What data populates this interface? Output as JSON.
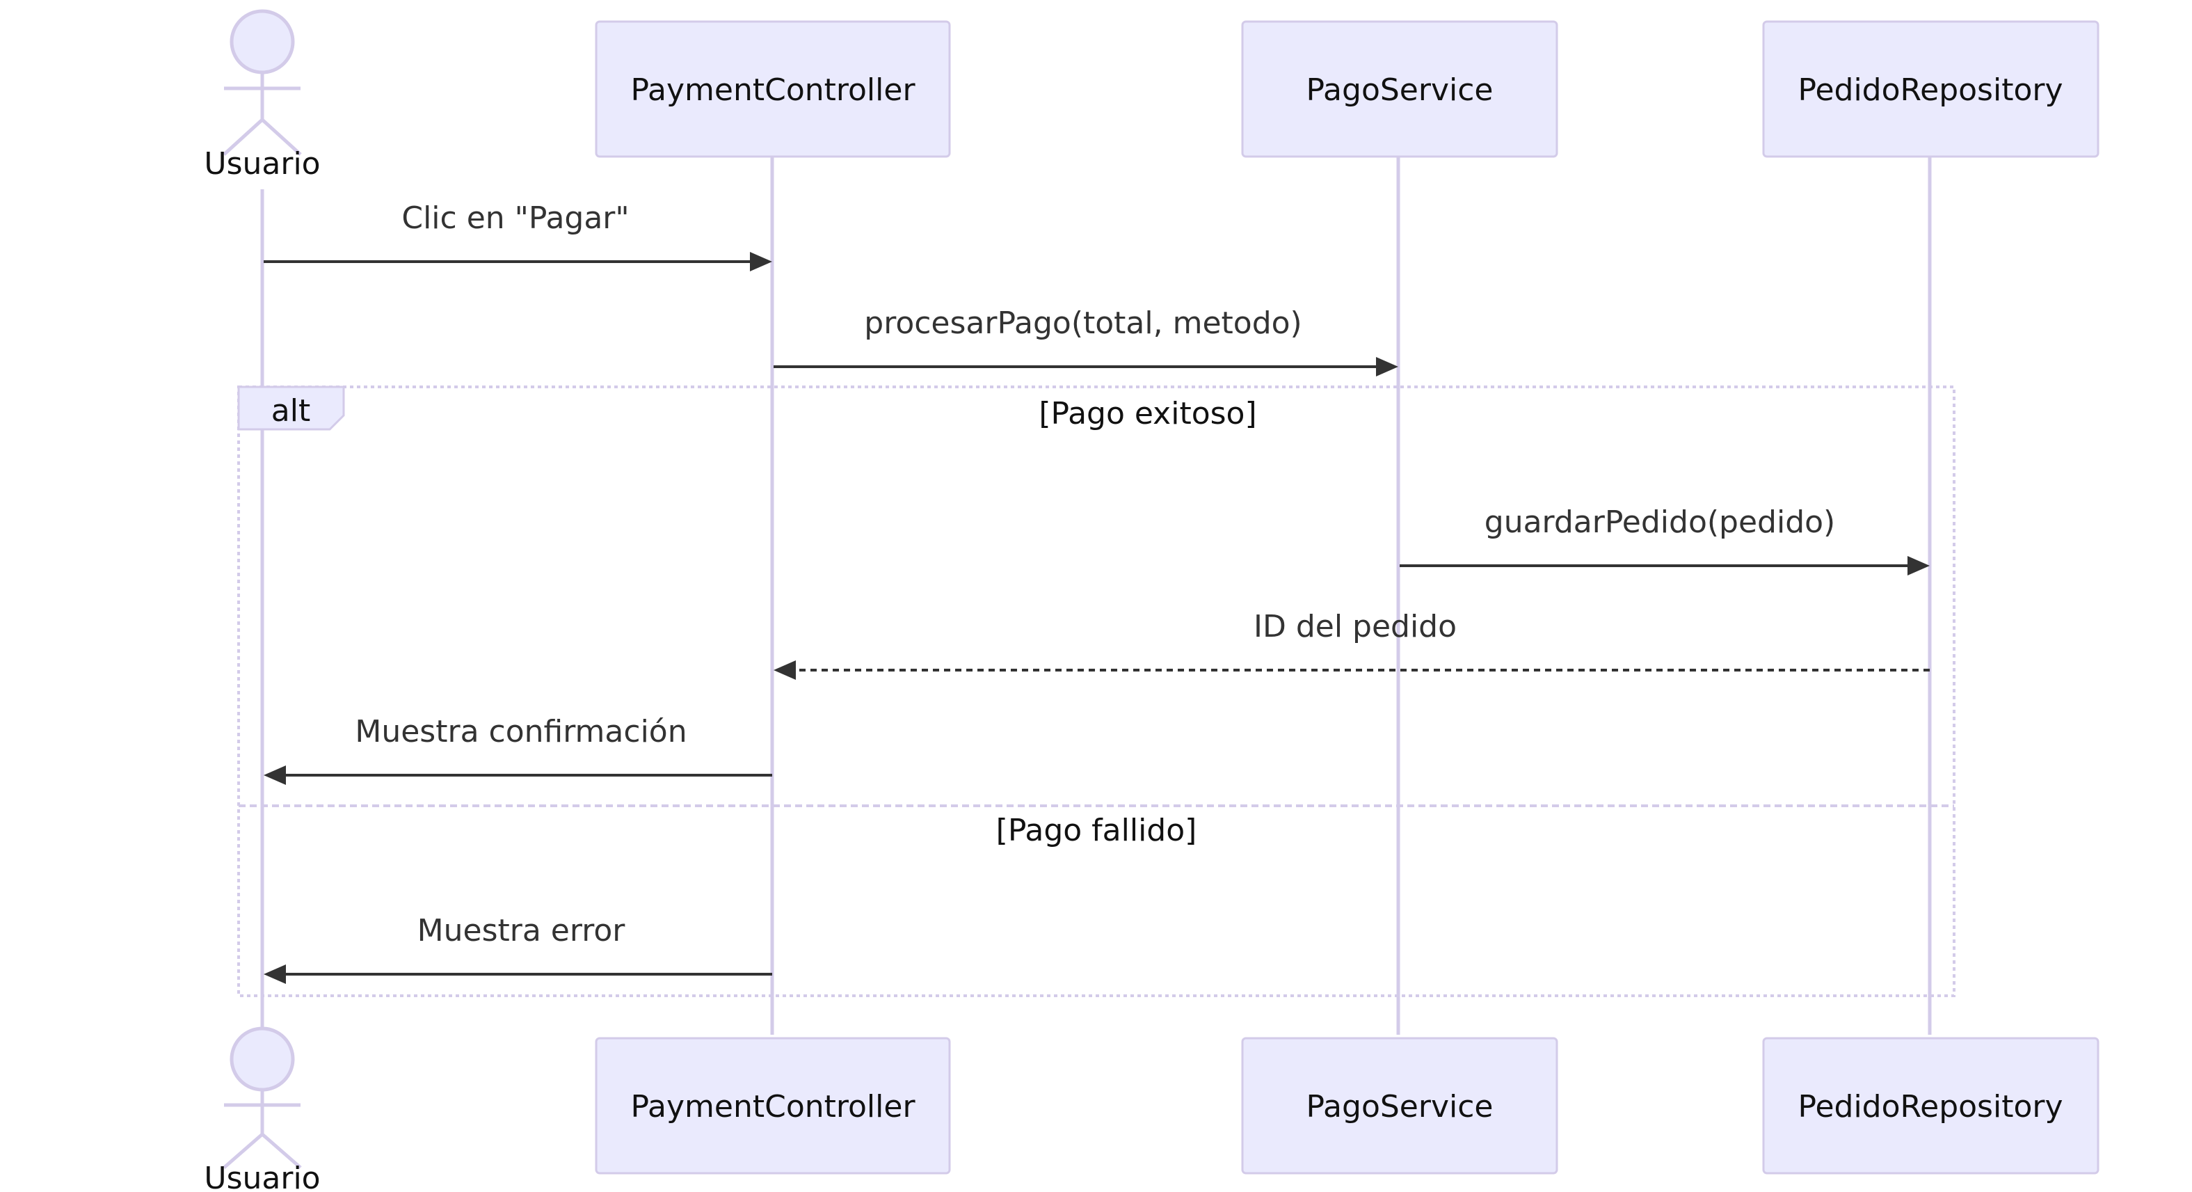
{
  "participants": {
    "usuario": "Usuario",
    "payment_controller": "PaymentController",
    "pago_service": "PagoService",
    "pedido_repository": "PedidoRepository"
  },
  "messages": {
    "m1": "Clic en \"Pagar\"",
    "m2": "procesarPago(total, metodo)",
    "m3": "guardarPedido(pedido)",
    "m4": "ID del pedido",
    "m5": "Muestra confirmación",
    "m6": "Muestra error"
  },
  "alt_block": {
    "keyword": "alt",
    "guard_success": "[Pago exitoso]",
    "guard_failure": "[Pago fallido]"
  },
  "colors": {
    "participant_fill": "#eaeafd",
    "participant_stroke": "#d3cbe9",
    "message_line": "#333333"
  }
}
